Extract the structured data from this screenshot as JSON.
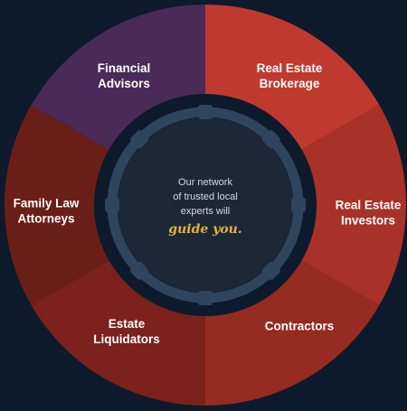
{
  "diagram": {
    "segments": [
      {
        "id": "real-estate-brokerage",
        "lines": [
          "Real Estate",
          "Brokerage"
        ],
        "color": "#c0392f"
      },
      {
        "id": "real-estate-investors",
        "lines": [
          "Real Estate",
          "Investors"
        ],
        "color": "#a83128"
      },
      {
        "id": "contractors",
        "lines": [
          "Contractors"
        ],
        "color": "#962b22"
      },
      {
        "id": "estate-liquidators",
        "lines": [
          "Estate",
          "Liquidators"
        ],
        "color": "#7a221b"
      },
      {
        "id": "family-law-attorneys",
        "lines": [
          "Family Law",
          "Attorneys"
        ],
        "color": "#6a1e18"
      },
      {
        "id": "financial-advisors",
        "lines": [
          "Financial",
          "Advisors"
        ],
        "color": "#4a2a56"
      }
    ],
    "center": {
      "lines": [
        "Our network",
        "of trusted local",
        "experts will"
      ],
      "accent": "guide you."
    },
    "colors": {
      "background": "#0d1a2b",
      "hub_outer": "#0d1a2b",
      "hub_ring": "#2f455c",
      "hub_inner": "#1c2836",
      "accent": "#e6b23a"
    }
  }
}
